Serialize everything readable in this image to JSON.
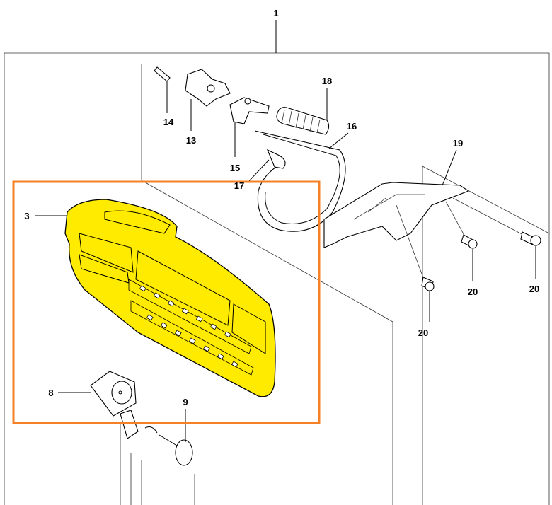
{
  "diagram": {
    "title": "Exploded parts diagram - clutch cover assembly",
    "highlight_color": "#F58025",
    "highlight_part_color": "#FFEB00",
    "labels": {
      "p1": "1",
      "p3": "3",
      "p8": "8",
      "p9": "9",
      "p13": "13",
      "p14": "14",
      "p15": "15",
      "p16": "16",
      "p17": "17",
      "p18": "18",
      "p19": "19",
      "p20a": "20",
      "p20b": "20",
      "p20c": "20"
    }
  }
}
